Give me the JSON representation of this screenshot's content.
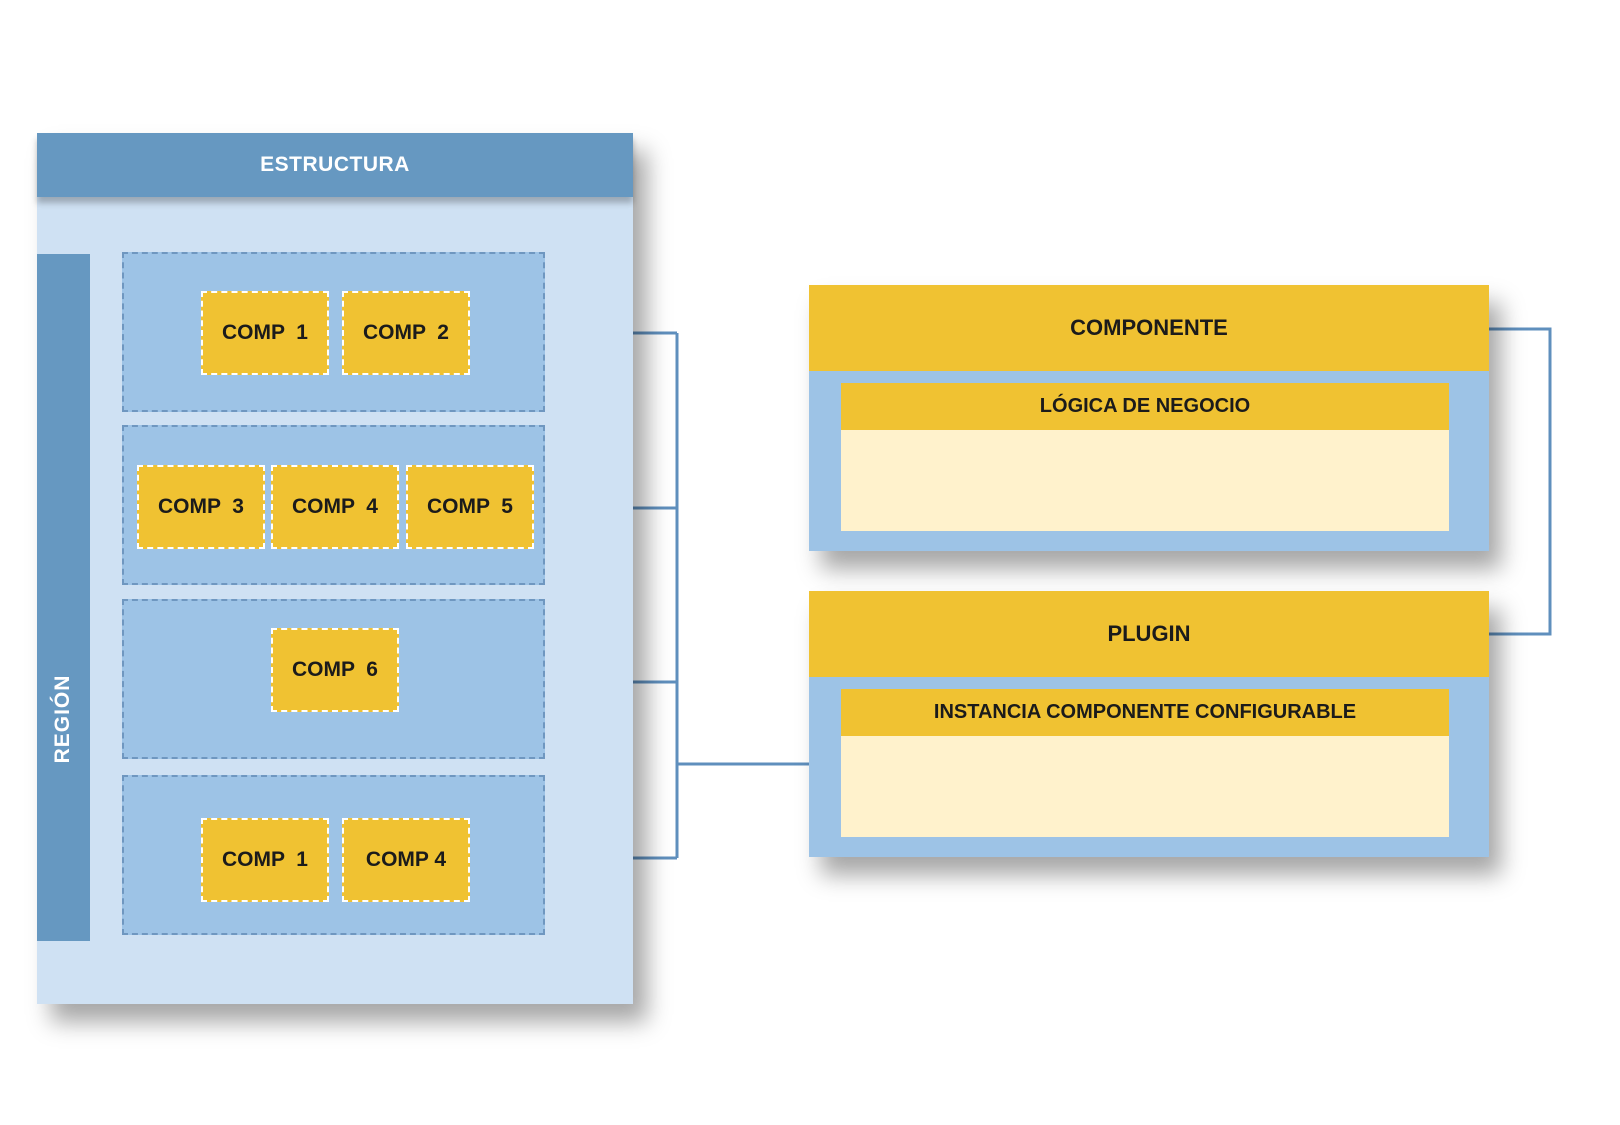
{
  "estructura": {
    "title": "ESTRUCTURA",
    "region_label": "REGIÓN",
    "rows": [
      {
        "comps": [
          "COMP  1",
          "COMP  2"
        ]
      },
      {
        "comps": [
          "COMP  3",
          "COMP  4",
          "COMP  5"
        ]
      },
      {
        "comps": [
          "COMP  6"
        ]
      },
      {
        "comps": [
          "COMP  1",
          "COMP 4"
        ]
      }
    ]
  },
  "componente": {
    "title": "COMPONENTE",
    "inner_title": "LÓGICA DE NEGOCIO"
  },
  "plugin": {
    "title": "PLUGIN",
    "inner_title": "INSTANCIA COMPONENTE CONFIGURABLE"
  },
  "colors": {
    "blue_dark": "#6698c1",
    "blue_mid": "#9dc3e6",
    "blue_light": "#cfe1f3",
    "yellow": "#f0c232",
    "cream": "#fff2cc",
    "connector": "#5f8fbd"
  }
}
